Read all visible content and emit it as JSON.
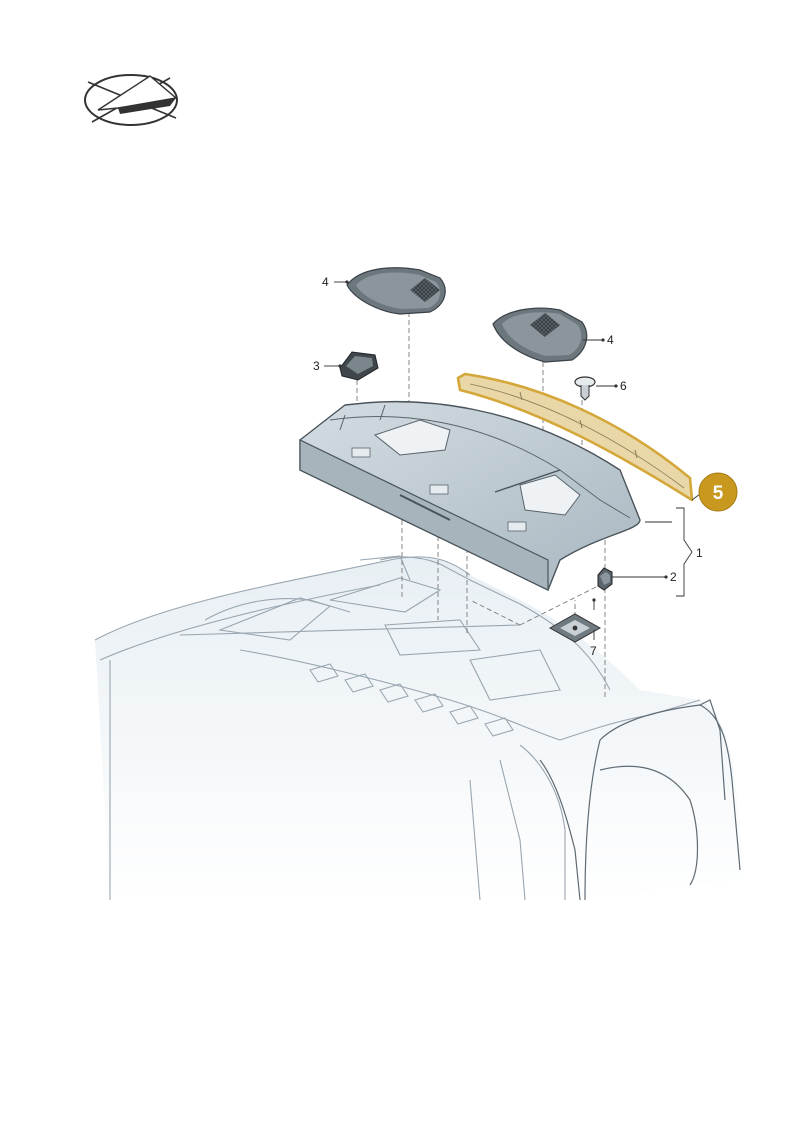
{
  "diagram": {
    "callouts": [
      {
        "id": "c1",
        "label": "1"
      },
      {
        "id": "c2",
        "label": "2"
      },
      {
        "id": "c3",
        "label": "3"
      },
      {
        "id": "c4a",
        "label": "4"
      },
      {
        "id": "c4b",
        "label": "4"
      },
      {
        "id": "c6",
        "label": "6"
      },
      {
        "id": "c7",
        "label": "7"
      }
    ],
    "highlight_badge": {
      "label": "5",
      "color": "#c9981e"
    },
    "colors": {
      "panel_fill": "#c2cdd4",
      "panel_stroke": "#4a545b",
      "highlight": "#d4a73a",
      "car_tint": "#dfe7ee"
    },
    "icons": [
      "view-direction-icon"
    ]
  }
}
